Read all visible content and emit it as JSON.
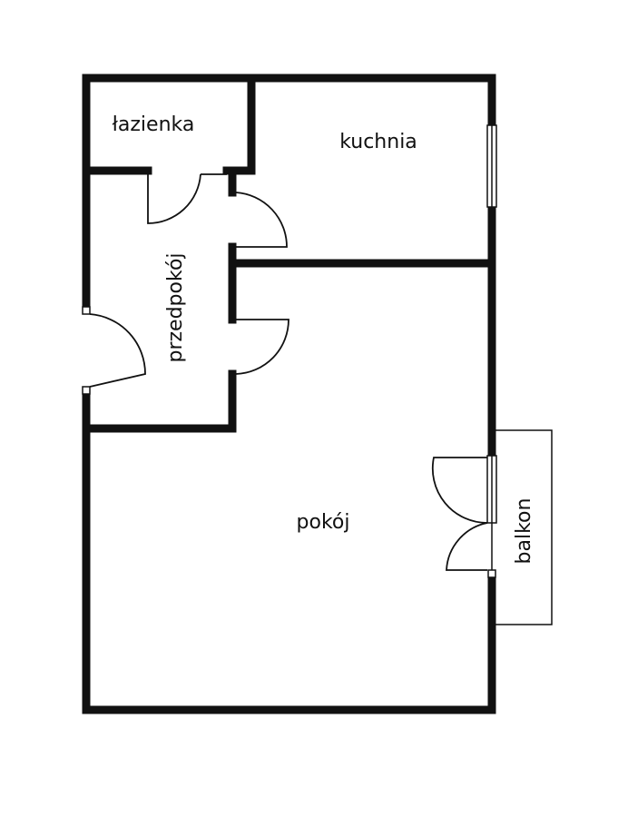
{
  "plan": {
    "wall_color": "#111111",
    "background": "#ffffff",
    "rooms": {
      "bathroom": "łazienka",
      "kitchen": "kuchnia",
      "hallway": "przedpokój",
      "living_room": "pokój",
      "balcony": "balkon"
    }
  }
}
